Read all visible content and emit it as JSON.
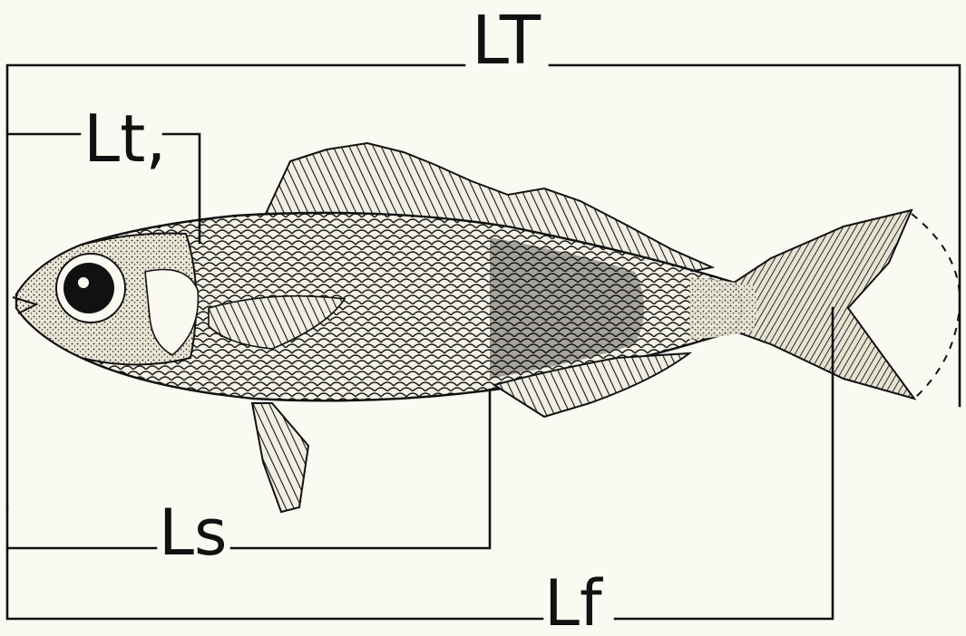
{
  "figure": {
    "background": "#fbfaf2",
    "ink": "#111111",
    "subject": "fish-illustration",
    "measurements": [
      {
        "id": "total-length",
        "label": "LT"
      },
      {
        "id": "head-length",
        "label": "Lt,"
      },
      {
        "id": "standard-length",
        "label": "Ls"
      },
      {
        "id": "fork-length",
        "label": "Lf"
      }
    ]
  }
}
